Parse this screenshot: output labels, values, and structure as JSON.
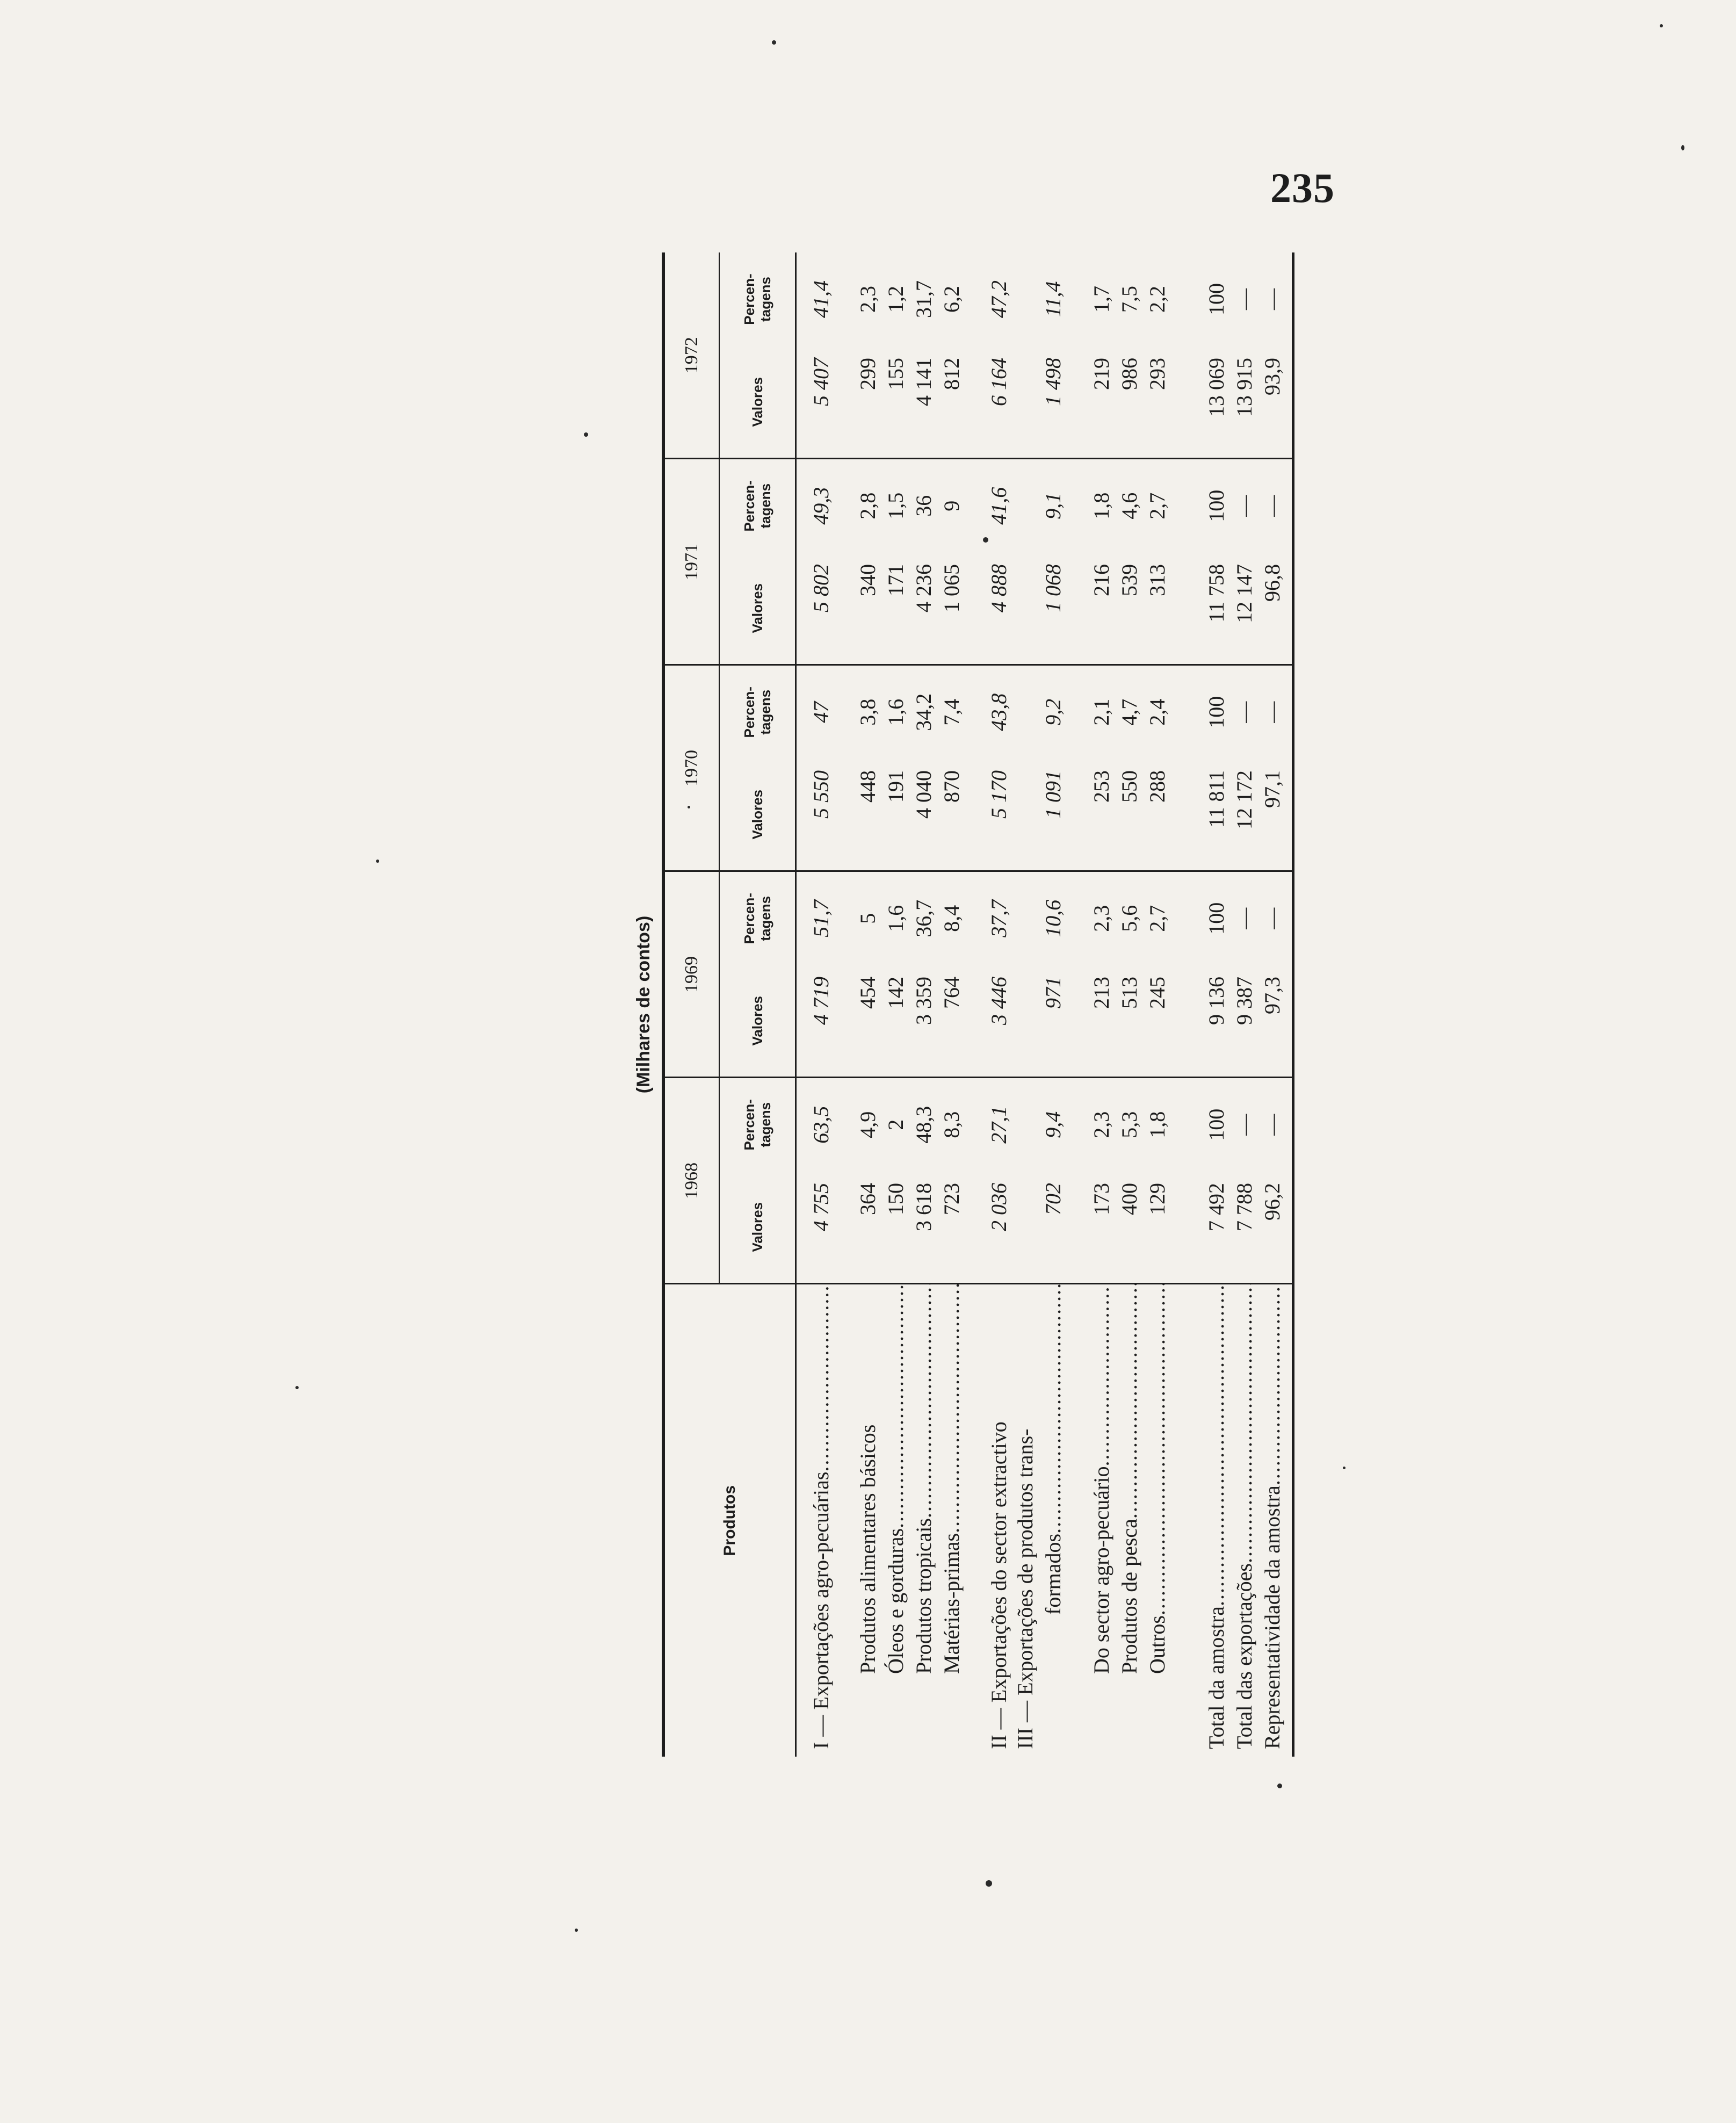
{
  "page": {
    "number": "235"
  },
  "table": {
    "caption": "(Milhares de contos)",
    "product_header": "Produtos",
    "years": [
      "1968",
      "1969",
      "1970",
      "1971",
      "1972"
    ],
    "value_header": "Valores",
    "percent_header": "Percen-\ntagens",
    "rows": {
      "r1": {
        "label": "I — Exportações agro-pecuárias",
        "cells": [
          "4 755",
          "63,5",
          "4 719",
          "51,7",
          "5 550",
          "47",
          "5 802",
          "49,3",
          "5 407",
          "41,4"
        ]
      },
      "r1a": {
        "label": "Produtos alimentares básicos",
        "cells": [
          "364",
          "4,9",
          "454",
          "5",
          "448",
          "3,8",
          "340",
          "2,8",
          "299",
          "2,3"
        ]
      },
      "r1b": {
        "label": "Óleos e gorduras",
        "cells": [
          "150",
          "2",
          "142",
          "1,6",
          "191",
          "1,6",
          "171",
          "1,5",
          "155",
          "1,2"
        ]
      },
      "r1c": {
        "label": "Produtos tropicais",
        "cells": [
          "3 618",
          "48,3",
          "3 359",
          "36,7",
          "4 040",
          "34,2",
          "4 236",
          "36",
          "4 141",
          "31,7"
        ]
      },
      "r1d": {
        "label": "Matérias-primas",
        "cells": [
          "723",
          "8,3",
          "764",
          "8,4",
          "870",
          "7,4",
          "1 065",
          "9",
          "812",
          "6,2"
        ]
      },
      "r2": {
        "label": "II — Exportações do sector extractivo",
        "cells": [
          "2 036",
          "27,1",
          "3 446",
          "37,7",
          "5 170",
          "43,8",
          "4 888",
          "41,6",
          "6 164",
          "47,2"
        ]
      },
      "r3": {
        "label": "III — Exportações de produtos trans-",
        "label_cont": "formados",
        "cells": [
          "702",
          "9,4",
          "971",
          "10,6",
          "1 091",
          "9,2",
          "1 068",
          "9,1",
          "1 498",
          "11,4"
        ]
      },
      "r3a": {
        "label": "Do sector agro-pecuário",
        "cells": [
          "173",
          "2,3",
          "213",
          "2,3",
          "253",
          "2,1",
          "216",
          "1,8",
          "219",
          "1,7"
        ]
      },
      "r3b": {
        "label": "Produtos de pesca",
        "cells": [
          "400",
          "5,3",
          "513",
          "5,6",
          "550",
          "4,7",
          "539",
          "4,6",
          "986",
          "7,5"
        ]
      },
      "r3c": {
        "label": "Outros",
        "cells": [
          "129",
          "1,8",
          "245",
          "2,7",
          "288",
          "2,4",
          "313",
          "2,7",
          "293",
          "2,2"
        ]
      },
      "t1": {
        "label": "Total da amostra",
        "cells": [
          "7 492",
          "100",
          "9 136",
          "100",
          "11 811",
          "100",
          "11 758",
          "100",
          "13 069",
          "100"
        ]
      },
      "t2": {
        "label": "Total das exportações",
        "cells": [
          "7 788",
          "—",
          "9 387",
          "—",
          "12 172",
          "—",
          "12 147",
          "—",
          "13 915",
          "—"
        ]
      },
      "t3": {
        "label": "Representatividade da amostra",
        "cells": [
          "96,2",
          "—",
          "97,3",
          "—",
          "97,1",
          "—",
          "96,8",
          "—",
          "93,9",
          "—"
        ]
      }
    }
  }
}
